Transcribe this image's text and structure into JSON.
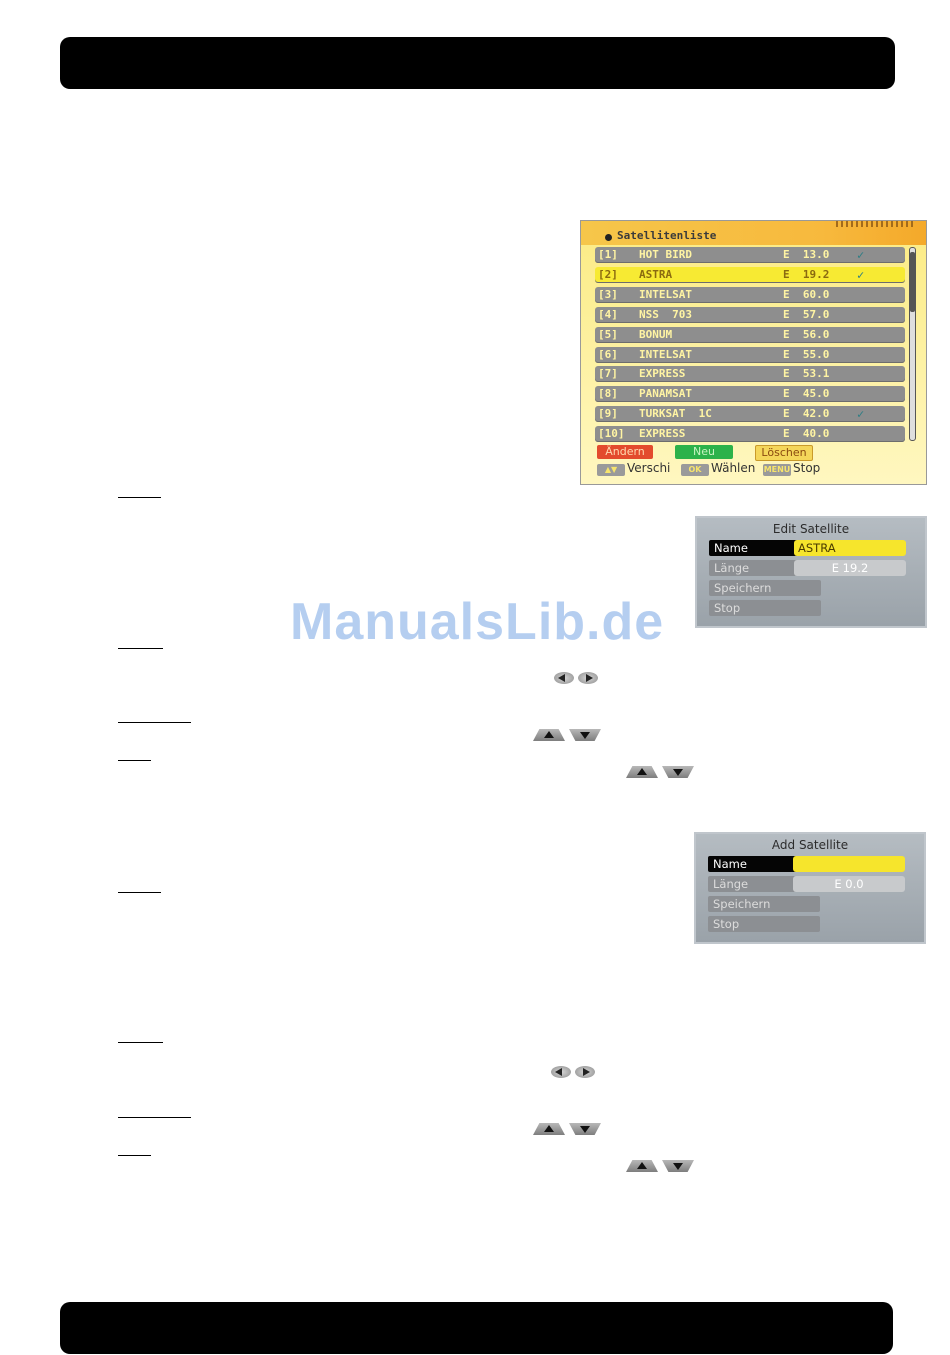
{
  "watermark": "ManualsLib.de",
  "satellite_list": {
    "title": "Satellitenliste",
    "rows": [
      {
        "idx": "[1]",
        "name": "HOT BIRD",
        "pos": "E  13.0",
        "checked": true
      },
      {
        "idx": "[2]",
        "name": "ASTRA",
        "pos": "E  19.2",
        "checked": true
      },
      {
        "idx": "[3]",
        "name": "INTELSAT",
        "pos": "E  60.0",
        "checked": false
      },
      {
        "idx": "[4]",
        "name": "NSS  703",
        "pos": "E  57.0",
        "checked": false
      },
      {
        "idx": "[5]",
        "name": "BONUM",
        "pos": "E  56.0",
        "checked": false
      },
      {
        "idx": "[6]",
        "name": "INTELSAT",
        "pos": "E  55.0",
        "checked": false
      },
      {
        "idx": "[7]",
        "name": "EXPRESS",
        "pos": "E  53.1",
        "checked": false
      },
      {
        "idx": "[8]",
        "name": "PANAMSAT",
        "pos": "E  45.0",
        "checked": false
      },
      {
        "idx": "[9]",
        "name": "TURKSAT  1C",
        "pos": "E  42.0",
        "checked": true
      },
      {
        "idx": "[10]",
        "name": "EXPRESS",
        "pos": "E  40.0",
        "checked": false
      }
    ],
    "selected_index": 1,
    "check_mark": "✓",
    "buttons": {
      "andern": "Ändern",
      "neu": "Neu",
      "loschen": "Löschen"
    },
    "hints": {
      "move_key": "▲▼",
      "move_label": "Verschi",
      "ok_key": "OK",
      "ok_label": "Wählen",
      "menu_key": "MENU",
      "menu_label": "Stop"
    }
  },
  "edit_satellite": {
    "title": "Edit  Satellite",
    "items": {
      "name": "Name",
      "lange": "Länge",
      "speichern": "Speichern",
      "stop": "Stop"
    },
    "name_value": "ASTRA",
    "lange_value": "E  19.2"
  },
  "add_satellite": {
    "title": "Add  Satellite",
    "items": {
      "name": "Name",
      "lange": "Länge",
      "speichern": "Speichern",
      "stop": "Stop"
    },
    "name_value": "",
    "lange_value": "E  0.0"
  }
}
